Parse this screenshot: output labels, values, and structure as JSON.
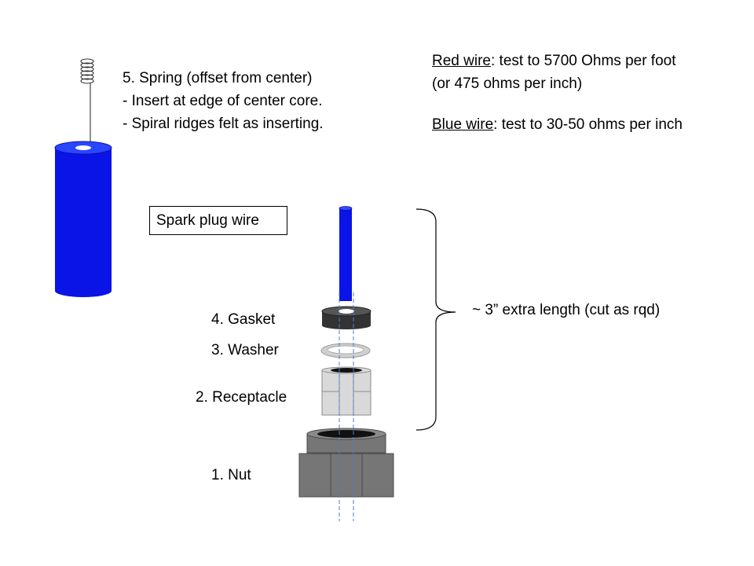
{
  "spring_note": {
    "title": "5. Spring (offset from center)",
    "line1": "- Insert at edge of center core.",
    "line2": "- Spiral ridges felt as inserting."
  },
  "resistance": {
    "red_label": "Red wire",
    "red_text": ": test to 5700 Ohms per foot",
    "red_text2": " (or 475 ohms per inch)",
    "blue_label": "Blue wire",
    "blue_text": ": test to 30-50 ohms per inch"
  },
  "wire_label": "Spark plug wire",
  "parts": {
    "gasket": "4. Gasket",
    "washer": "3. Washer",
    "receptacle": "2. Receptacle",
    "nut": "1. Nut"
  },
  "extra_length": "~ 3” extra length (cut as rqd)",
  "colors": {
    "wire_blue": "#0a14e6",
    "gasket_dark": "#333333",
    "washer_gray": "#d0d0d0",
    "receptacle_gray": "#d9d9d9",
    "nut_gray": "#767676",
    "dash_blue": "#4a7fd0"
  },
  "icons": {
    "spring": "spring-icon",
    "core": "blue-core-cylinder-icon"
  }
}
